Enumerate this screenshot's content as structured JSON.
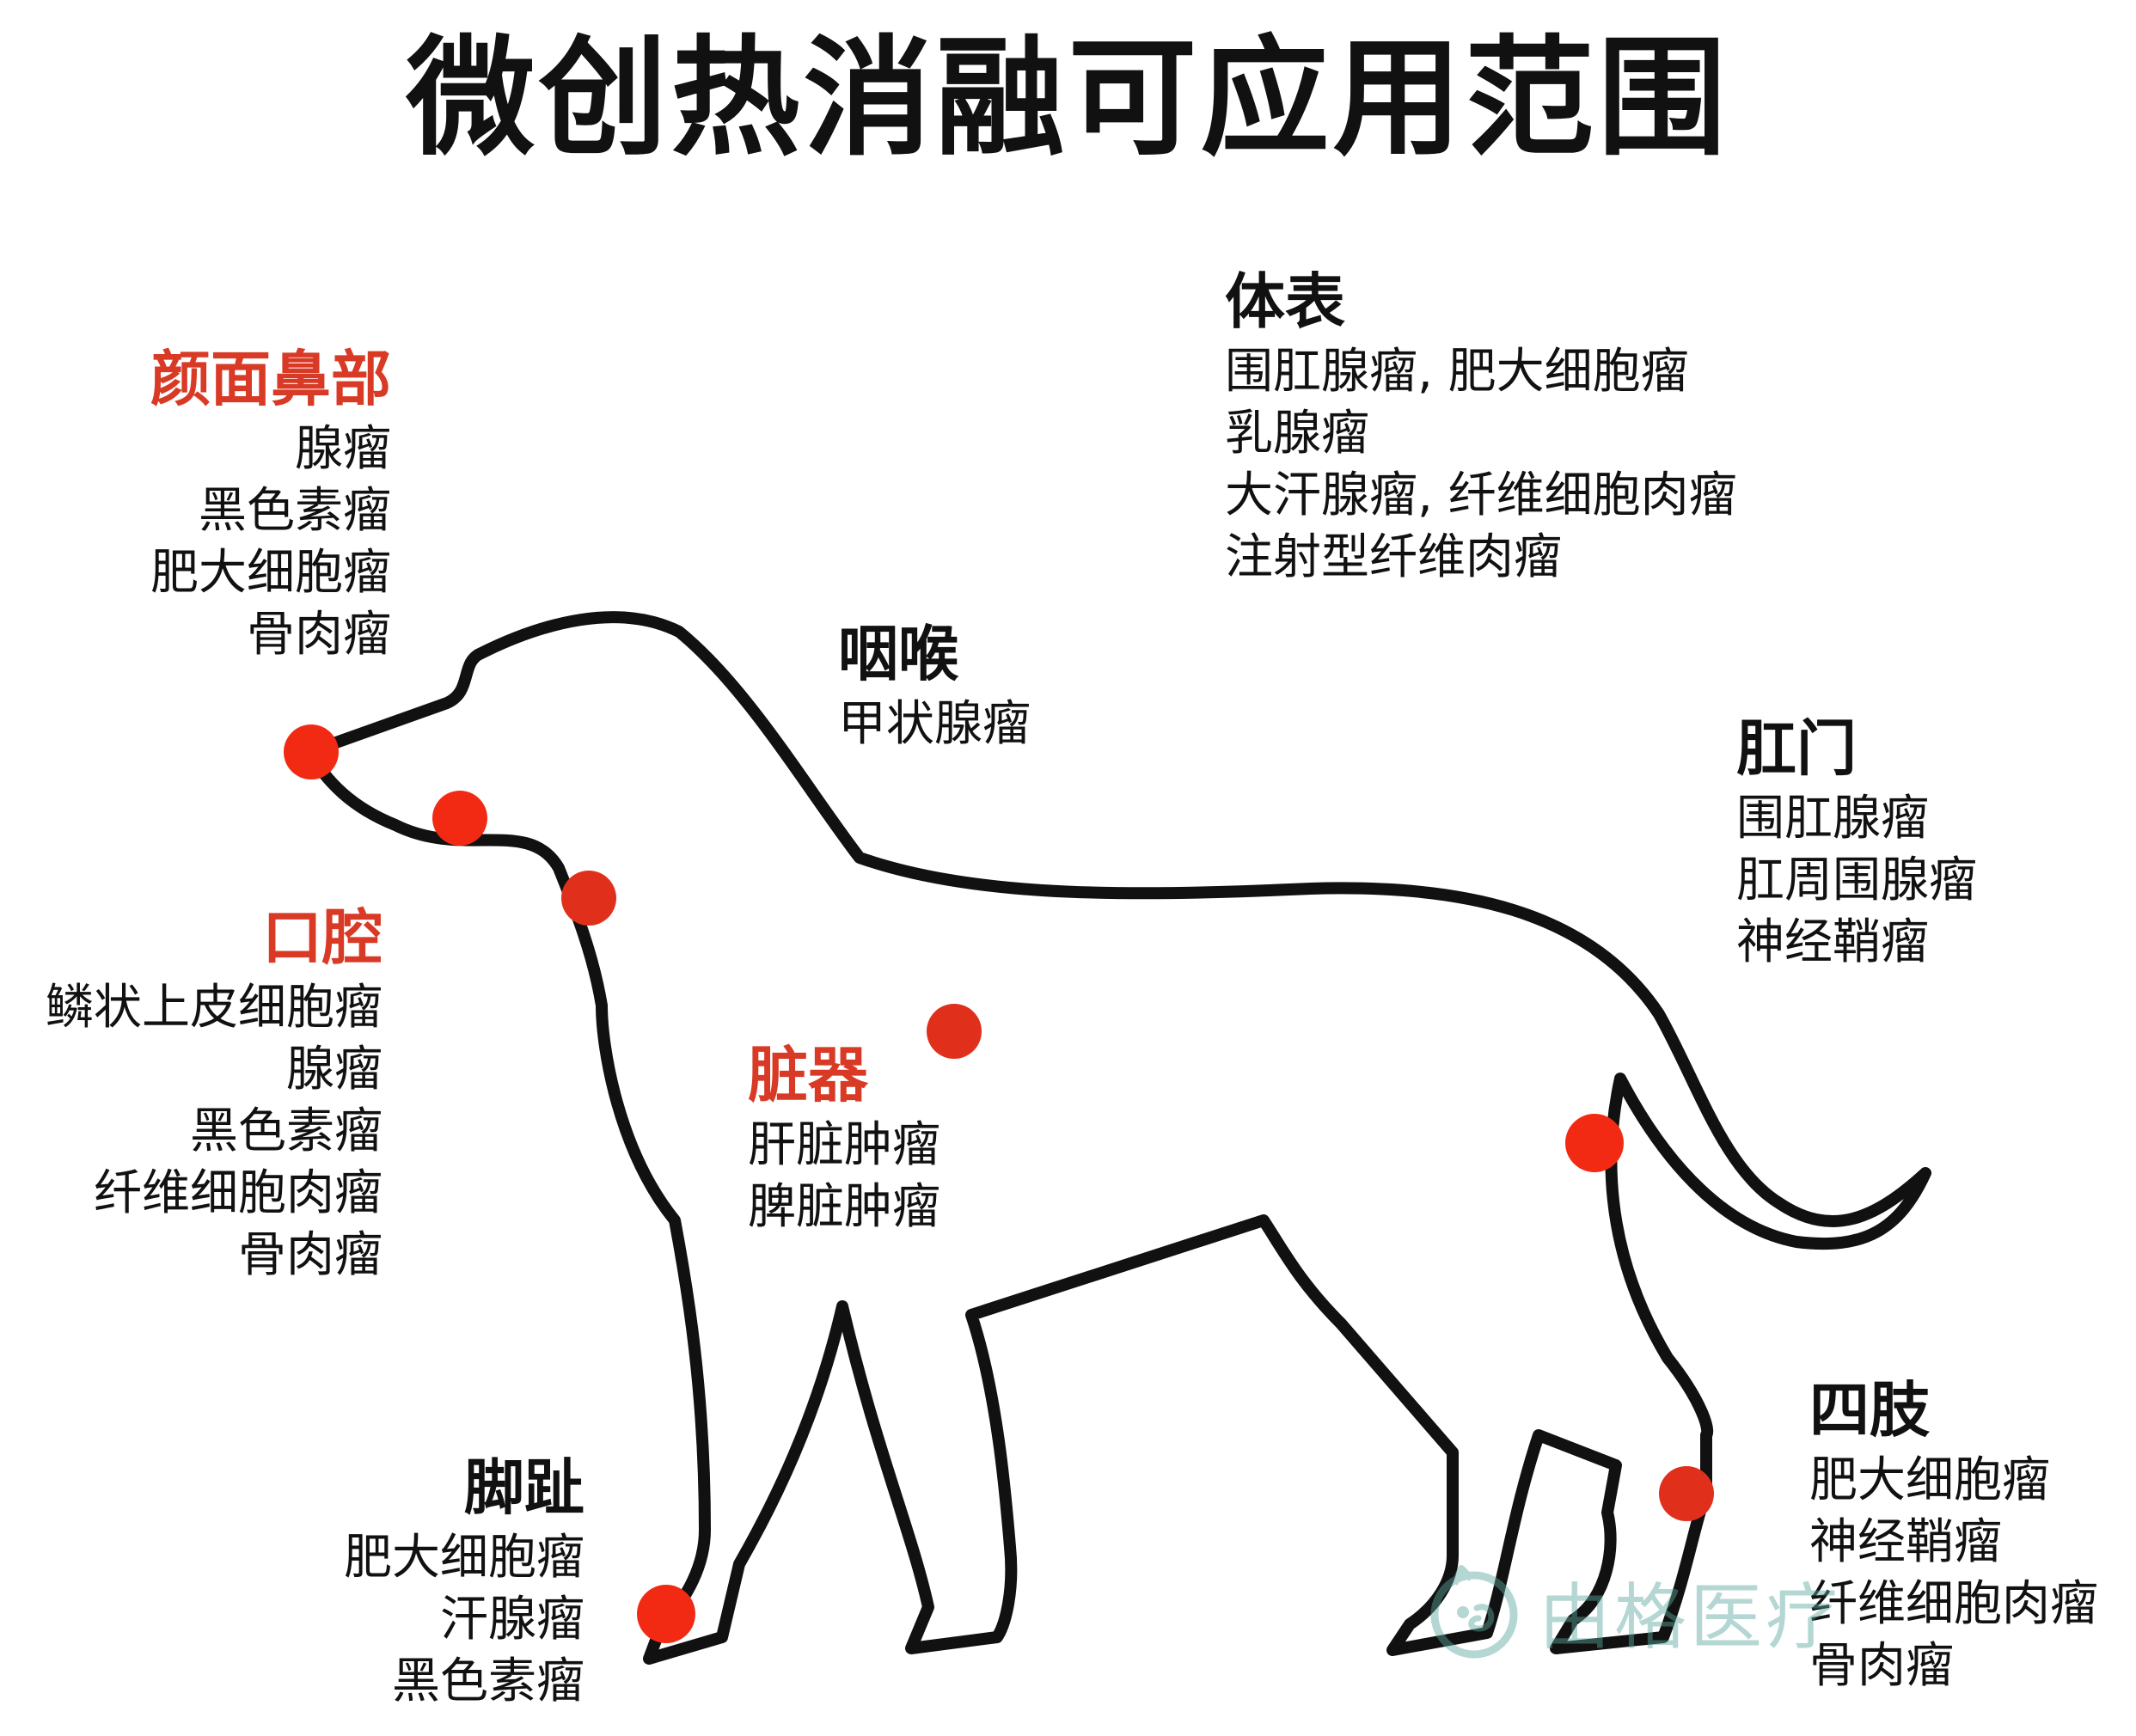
{
  "title": "微创热消融可应用范围",
  "groups": {
    "face": {
      "heading": "颜面鼻部",
      "items": [
        "腺瘤",
        "黑色素瘤",
        "肥大细胞瘤",
        "骨肉瘤"
      ]
    },
    "oral": {
      "heading": "口腔",
      "items": [
        "鳞状上皮细胞瘤",
        "腺瘤",
        "黑色素瘤",
        "纤维细胞肉瘤",
        "骨肉瘤"
      ]
    },
    "surface": {
      "heading": "体表",
      "items": [
        "围肛腺瘤, 肥大细胞瘤",
        "乳腺瘤",
        "大汗腺瘤, 纤维细胞肉瘤",
        "注射型纤维肉瘤"
      ]
    },
    "throat": {
      "heading": "咽喉",
      "items": [
        "甲状腺瘤"
      ]
    },
    "anus": {
      "heading": "肛门",
      "items": [
        "围肛腺瘤",
        "肛周围腺瘤",
        "神经鞘瘤"
      ]
    },
    "organ": {
      "heading": "脏器",
      "items": [
        "肝脏肿瘤",
        "脾脏肿瘤"
      ]
    },
    "toe": {
      "heading": "脚趾",
      "items": [
        "肥大细胞瘤",
        "汗腺瘤",
        "黑色素瘤"
      ]
    },
    "limb": {
      "heading": "四肢",
      "items": [
        "肥大细胞瘤",
        "神经鞘瘤",
        "纤维细胞肉瘤",
        "骨肉瘤"
      ]
    }
  },
  "watermark": {
    "text": "由格医疗",
    "icon": "mascot-logo-icon"
  },
  "colors": {
    "accent": "#d83a26",
    "outline": "#111111",
    "marker": "#f22a14",
    "watermark": "#5aa89e"
  }
}
